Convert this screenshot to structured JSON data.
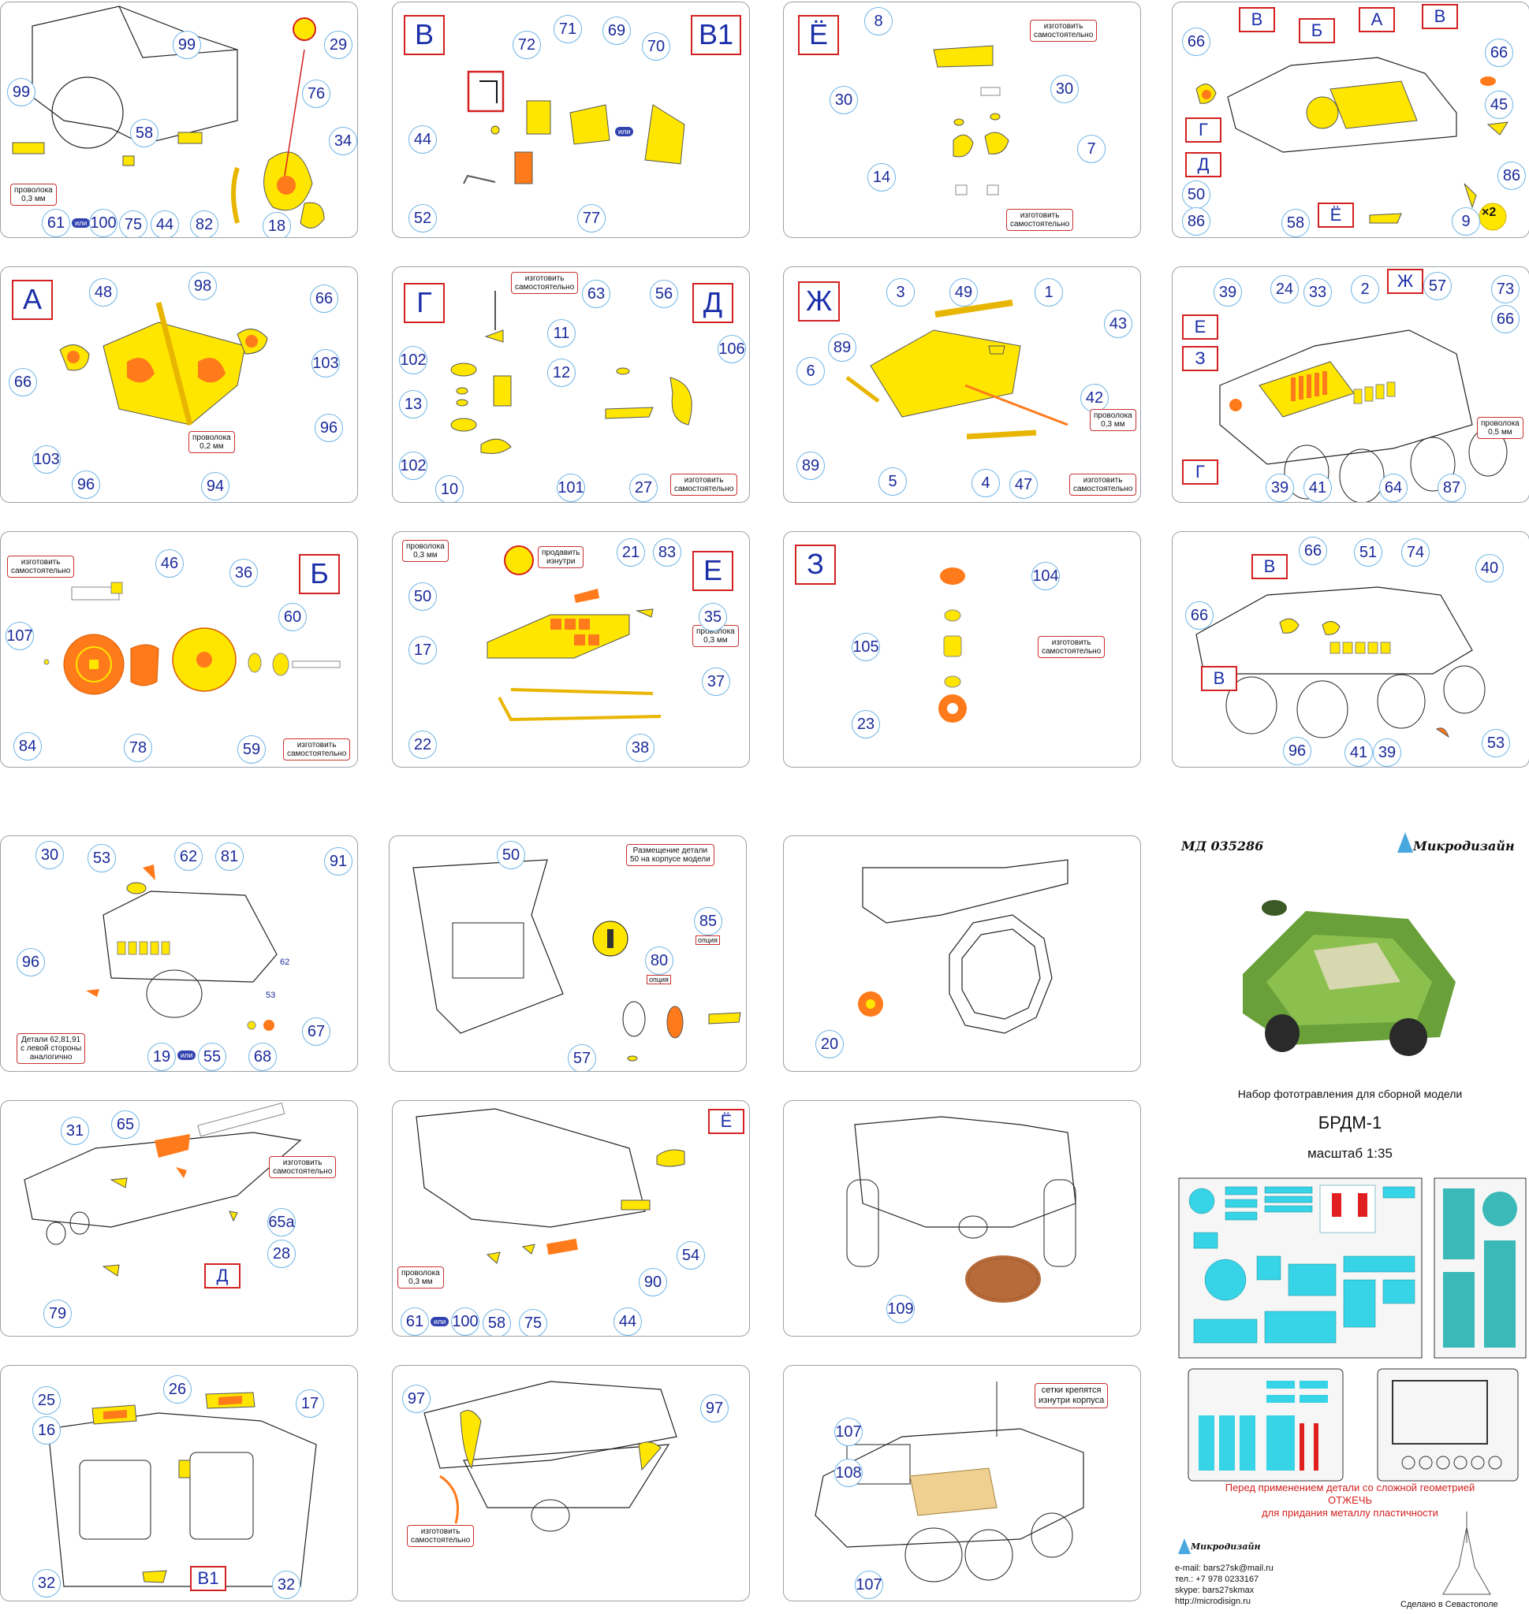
{
  "panels": [
    {
      "id": "p1",
      "letters": [],
      "nums": [
        "99",
        "99",
        "29",
        "76",
        "34",
        "58",
        "61",
        "100",
        "75",
        "44",
        "82",
        "18"
      ],
      "notes": [
        "проволока\n0,3 мм"
      ],
      "ili": "или"
    },
    {
      "id": "p2",
      "letters": [
        "В",
        "В1"
      ],
      "nums": [
        "72",
        "71",
        "69",
        "70",
        "44",
        "52",
        "77"
      ],
      "notes": [],
      "ili": "или"
    },
    {
      "id": "p3",
      "letters": [
        "Ё"
      ],
      "nums": [
        "8",
        "30",
        "30",
        "7",
        "14"
      ],
      "notes": [
        "изготовить\nсамостоятельно",
        "изготовить\nсамостоятельно"
      ]
    },
    {
      "id": "p4",
      "letters": [
        "В",
        "Б",
        "А",
        "В",
        "Г",
        "Д",
        "Ё"
      ],
      "nums": [
        "66",
        "66",
        "45",
        "86",
        "50",
        "86",
        "58",
        "9"
      ],
      "badge": "×2"
    },
    {
      "id": "p5",
      "letters": [
        "А"
      ],
      "nums": [
        "48",
        "98",
        "66",
        "66",
        "103",
        "103",
        "96",
        "96",
        "94"
      ],
      "notes": [
        "проволока\n0,2 мм"
      ]
    },
    {
      "id": "p6",
      "letters": [
        "Г",
        "Д"
      ],
      "nums": [
        "63",
        "56",
        "106",
        "11",
        "102",
        "12",
        "13",
        "102",
        "10",
        "101",
        "27"
      ],
      "notes": [
        "изготовить\nсамостоятельно",
        "изготовить\nсамостоятельно"
      ]
    },
    {
      "id": "p7",
      "letters": [
        "Ж"
      ],
      "nums": [
        "3",
        "49",
        "1",
        "43",
        "89",
        "6",
        "42",
        "89",
        "5",
        "4",
        "47"
      ],
      "notes": [
        "проволока\n0,3 мм",
        "изготовить\nсамостоятельно"
      ]
    },
    {
      "id": "p8",
      "letters": [
        "Ж",
        "Е",
        "З",
        "Г"
      ],
      "nums": [
        "39",
        "24",
        "33",
        "2",
        "57",
        "73",
        "66",
        "39",
        "41",
        "64",
        "87"
      ],
      "notes": [
        "проволока\n0,5 мм"
      ]
    },
    {
      "id": "p9",
      "letters": [
        "Б"
      ],
      "nums": [
        "46",
        "36",
        "60",
        "107",
        "84",
        "78",
        "59"
      ],
      "notes": [
        "изготовить\nсамостоятельно",
        "изготовить\nсамостоятельно"
      ]
    },
    {
      "id": "p10",
      "letters": [
        "Е"
      ],
      "nums": [
        "21",
        "83",
        "50",
        "35",
        "17",
        "37",
        "22",
        "38"
      ],
      "notes": [
        "проволока\n0,3 мм",
        "продавить\nизнутри",
        "проволока\n0,3 мм"
      ]
    },
    {
      "id": "p11",
      "letters": [
        "З"
      ],
      "nums": [
        "104",
        "105",
        "23"
      ],
      "notes": [
        "изготовить\nсамостоятельно"
      ]
    },
    {
      "id": "p12",
      "letters": [
        "В",
        "В"
      ],
      "nums": [
        "66",
        "51",
        "74",
        "40",
        "66",
        "96",
        "41",
        "39",
        "53"
      ]
    },
    {
      "id": "p13",
      "letters": [],
      "nums": [
        "30",
        "53",
        "62",
        "81",
        "91",
        "96",
        "67",
        "19",
        "55",
        "68"
      ],
      "notes": [
        "Детали 62,81,91\nс левой стороны\nаналогично"
      ],
      "ili": "или",
      "small": [
        "62",
        "53"
      ]
    },
    {
      "id": "p14",
      "letters": [],
      "nums": [
        "50",
        "85",
        "80",
        "57"
      ],
      "notes": [
        "Размещение детали\n50 на корпусе модели"
      ],
      "opts": [
        "опция",
        "опция"
      ]
    },
    {
      "id": "p15",
      "letters": [],
      "nums": [
        "20"
      ]
    },
    {
      "id": "p17",
      "letters": [
        "Д"
      ],
      "nums": [
        "31",
        "65",
        "65а",
        "28",
        "79"
      ],
      "notes": [
        "изготовить\nсамостоятельно"
      ]
    },
    {
      "id": "p18",
      "letters": [
        "Ё"
      ],
      "nums": [
        "54",
        "90",
        "61",
        "100",
        "58",
        "75",
        "44"
      ],
      "notes": [
        "проволока\n0,3 мм"
      ],
      "ili": "или"
    },
    {
      "id": "p19",
      "letters": [],
      "nums": [
        "109"
      ]
    },
    {
      "id": "p21",
      "letters": [
        "В1"
      ],
      "nums": [
        "25",
        "26",
        "17",
        "16",
        "32",
        "32"
      ]
    },
    {
      "id": "p22",
      "letters": [],
      "nums": [
        "97",
        "97"
      ],
      "notes": [
        "изготовить\nсамостоятельно"
      ]
    },
    {
      "id": "p23",
      "letters": [],
      "nums": [
        "107",
        "108",
        "107"
      ],
      "notes": [
        "сетки крепятся\nизнутри корпуса"
      ]
    }
  ],
  "info": {
    "code": "МД 035286",
    "brand": "Микродизайн",
    "kit_line": "Набор фототравления для сборной модели",
    "model": "БРДМ-1",
    "scale": "масштаб 1:35",
    "warning_1": "Перед применением детали со сложной геометрией",
    "warning_2": "ОТЖЕЧЬ",
    "warning_3": "для придания металлу пластичности",
    "email": "e-mail: bars27sk@mail.ru",
    "tel": "тел.: +7 978 0233167",
    "skype": "skype: bars27skmax",
    "site": "http://microdisign.ru",
    "made": "Сделано в Севастополе",
    "brand_small": "Микродизайн"
  },
  "colors": {
    "part_yellow": "#ffe600",
    "part_orange": "#ff7a1a",
    "letter_border": "#d42020",
    "num_text": "#1a2a9a",
    "sheet_cyan": "#37d3e6"
  }
}
